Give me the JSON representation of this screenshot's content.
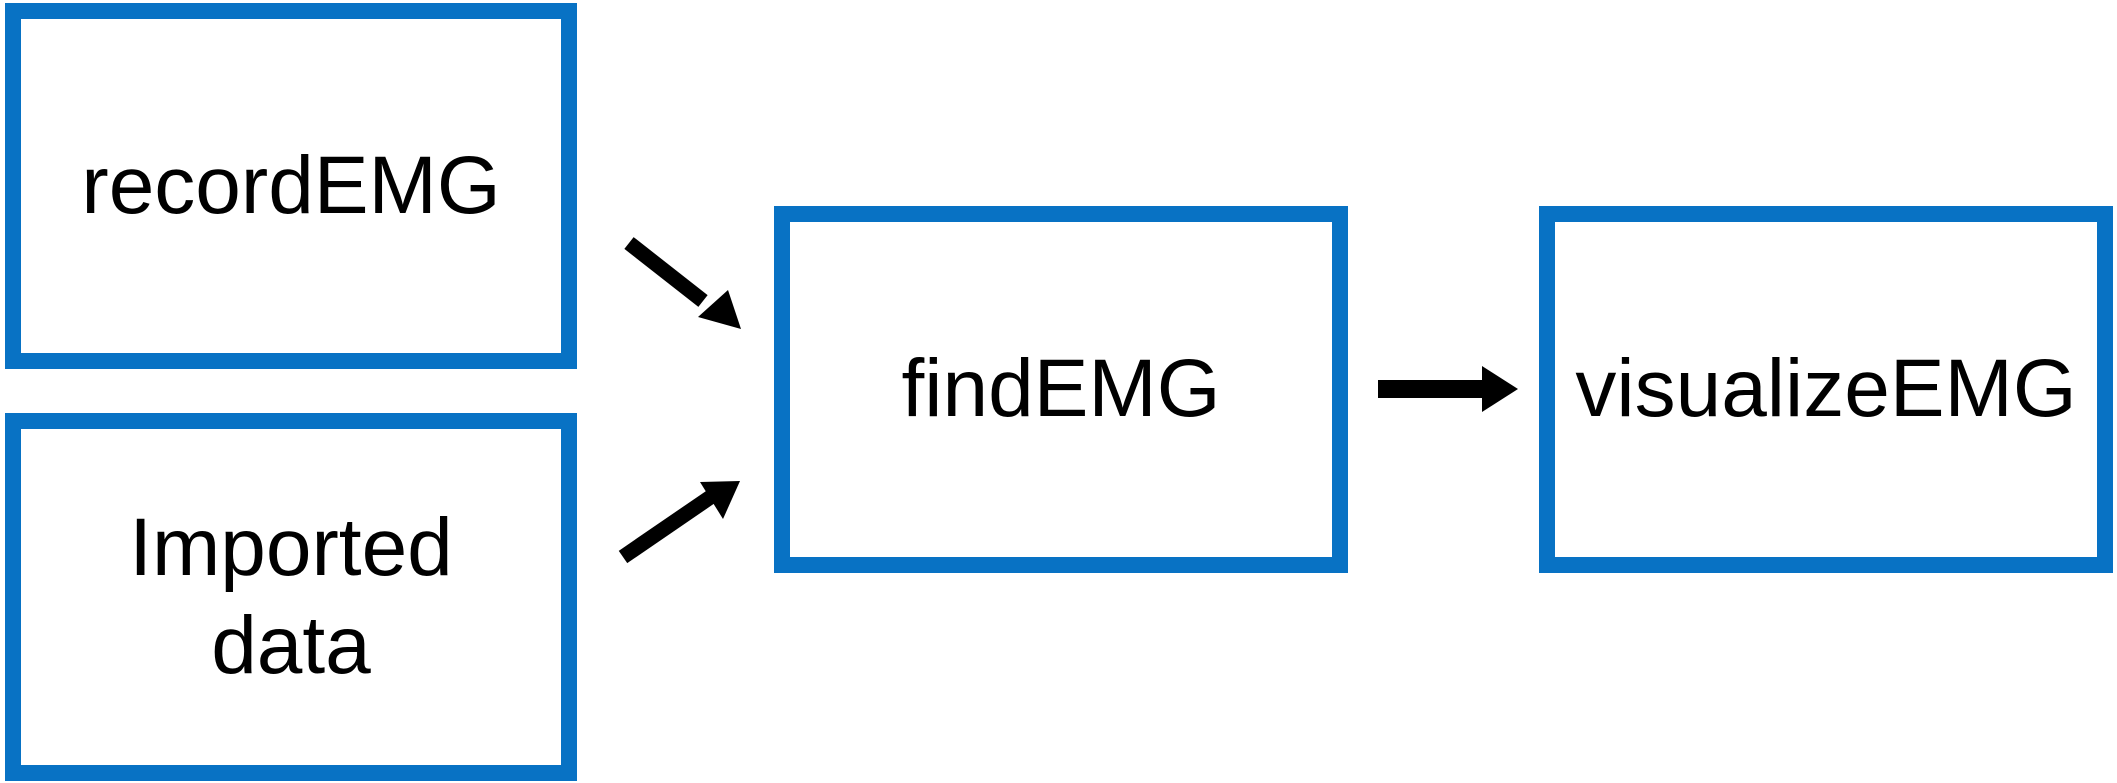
{
  "diagram": {
    "accent_color": "#0872C4",
    "arrow_color": "#000000",
    "nodes": {
      "record": {
        "label": "recordEMG"
      },
      "imported": {
        "label": "Imported\ndata"
      },
      "find": {
        "label": "findEMG"
      },
      "visualize": {
        "label": "visualizeEMG"
      }
    },
    "edges": [
      {
        "from": "record",
        "to": "find"
      },
      {
        "from": "imported",
        "to": "find"
      },
      {
        "from": "find",
        "to": "visualize"
      }
    ]
  }
}
